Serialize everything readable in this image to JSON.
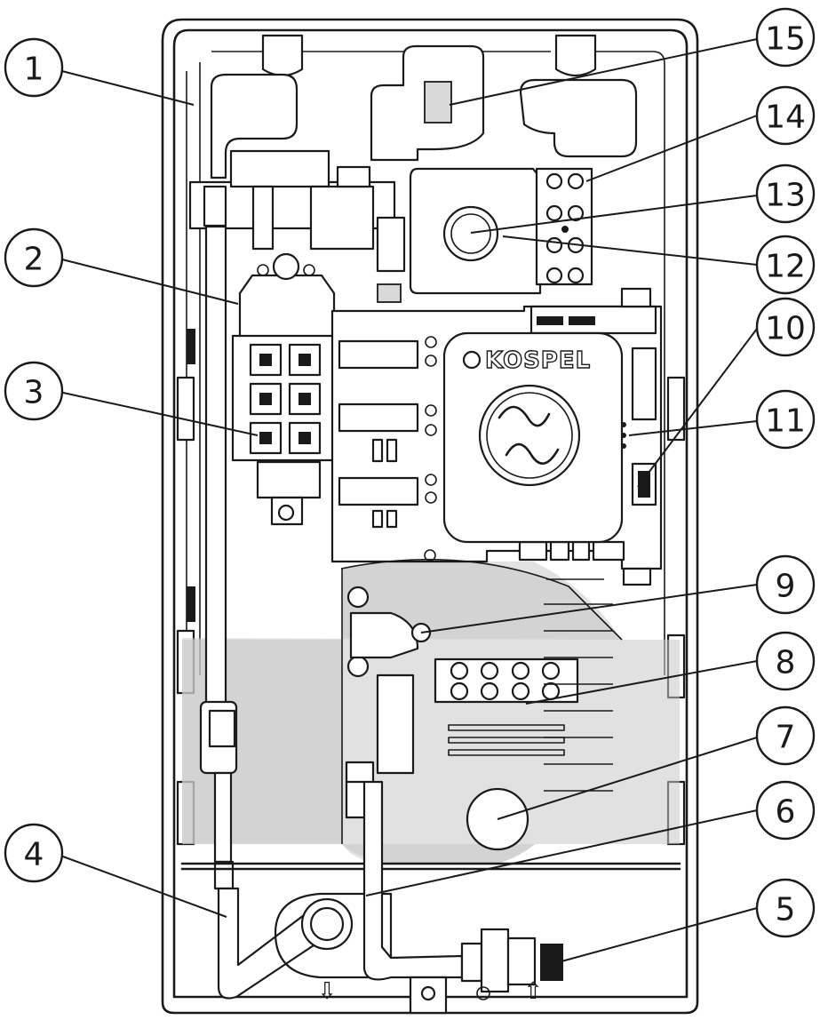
{
  "device": {
    "brand_logo_text": "KOSPEL",
    "outlet_arrow": "⇩",
    "inlet_arrow": "⇧"
  },
  "callouts": [
    {
      "number": "1"
    },
    {
      "number": "2"
    },
    {
      "number": "3"
    },
    {
      "number": "4"
    },
    {
      "number": "5"
    },
    {
      "number": "6"
    },
    {
      "number": "7"
    },
    {
      "number": "8"
    },
    {
      "number": "9"
    },
    {
      "number": "10"
    },
    {
      "number": "11"
    },
    {
      "number": "12"
    },
    {
      "number": "13"
    },
    {
      "number": "14"
    },
    {
      "number": "15"
    }
  ]
}
